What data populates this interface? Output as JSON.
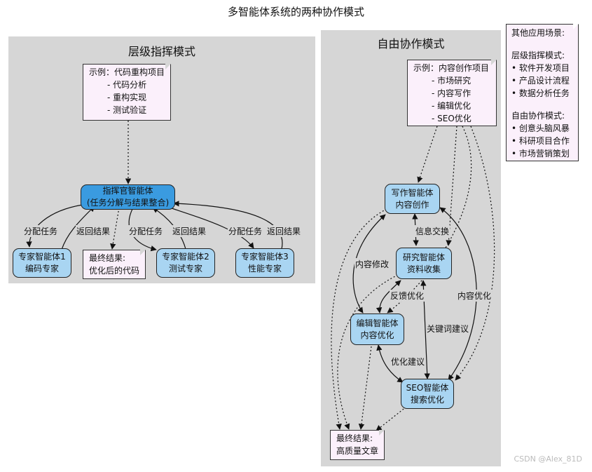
{
  "title": "多智能体系统的两种协作模式",
  "left": {
    "title": "层级指挥模式",
    "note": {
      "head": "示例：代码重构项目",
      "items": [
        "- 代码分析",
        "- 重构实现",
        "- 测试验证"
      ]
    },
    "commander": {
      "line1": "指挥官智能体",
      "line2": "(任务分解与结果整合)"
    },
    "experts": [
      {
        "line1": "专家智能体1",
        "line2": "编码专家"
      },
      {
        "line1": "专家智能体2",
        "line2": "测试专家"
      },
      {
        "line1": "专家智能体3",
        "line2": "性能专家"
      }
    ],
    "result": {
      "line1": "最终结果:",
      "line2": "优化后的代码"
    },
    "labels": {
      "assign": "分配任务",
      "return": "返回结果"
    }
  },
  "right": {
    "title": "自由协作模式",
    "note": {
      "head": "示例：内容创作项目",
      "items": [
        "- 市场研究",
        "- 内容写作",
        "- 编辑优化",
        "- SEO优化"
      ]
    },
    "writer": {
      "line1": "写作智能体",
      "line2": "内容创作"
    },
    "research": {
      "line1": "研究智能体",
      "line2": "资料收集"
    },
    "editor": {
      "line1": "编辑智能体",
      "line2": "内容优化"
    },
    "seo": {
      "line1": "SEO智能体",
      "line2": "搜索优化"
    },
    "result": {
      "line1": "最终结果:",
      "line2": "高质量文章"
    },
    "labels": {
      "info": "信息交换",
      "modify": "内容修改",
      "feedback": "反馈优化",
      "optimize": "内容优化",
      "keyword": "关键词建议",
      "suggest": "优化建议"
    }
  },
  "other": {
    "head": "其他应用场景:",
    "h_title": "层级指挥模式:",
    "h_items": [
      "• 软件开发项目",
      "• 产品设计流程",
      "• 数据分析任务"
    ],
    "f_title": "自由协作模式:",
    "f_items": [
      "• 创意头脑风暴",
      "• 科研项目合作",
      "• 市场营销策划"
    ]
  },
  "watermark": "CSDN @Alex_81D",
  "colors": {
    "panel": "#d6d6d6",
    "commander": "#3a9be0",
    "agent": "#a9d5f2",
    "note": "#fbf0fb"
  }
}
